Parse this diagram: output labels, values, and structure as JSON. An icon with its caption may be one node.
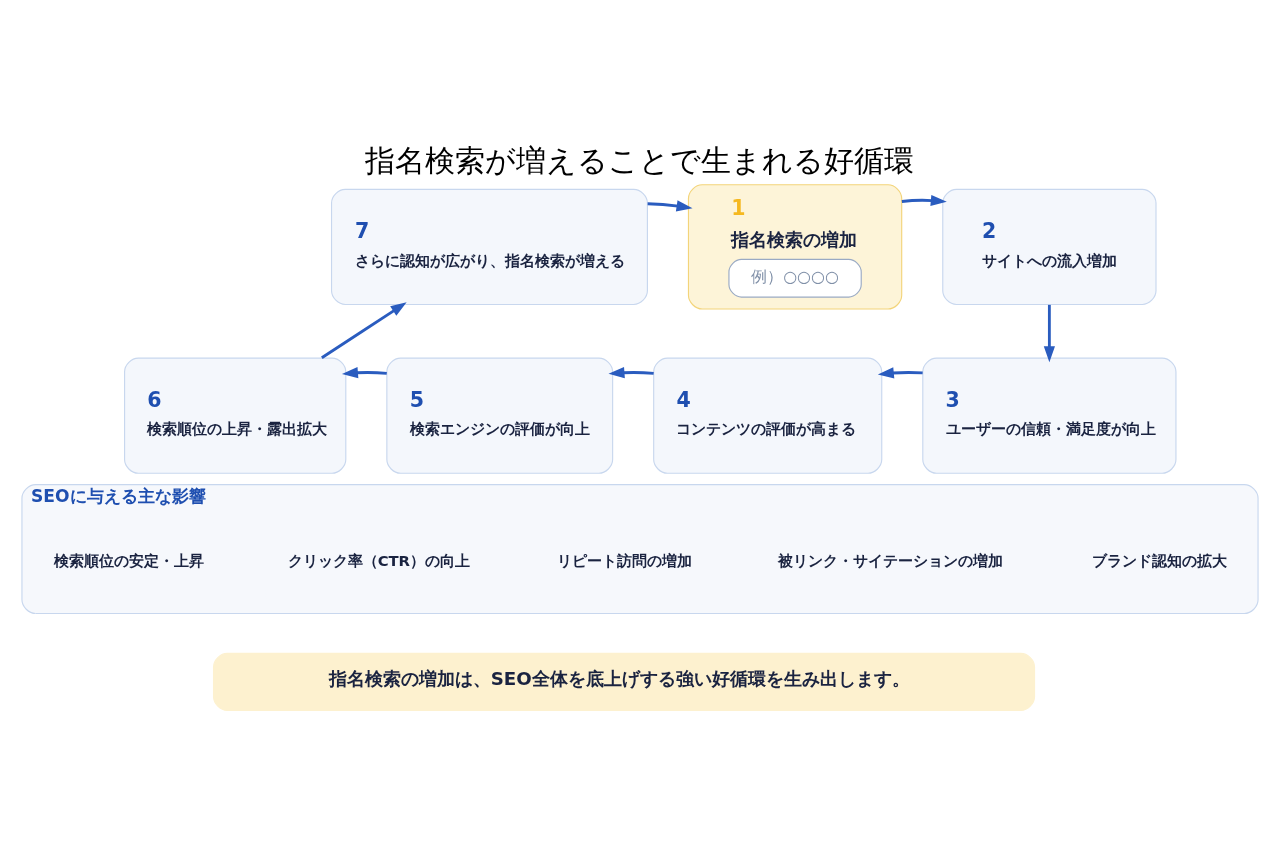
{
  "diagram": {
    "title": "指名検索が増えることで生まれる好循環",
    "nodes": [
      {
        "text": [
          "7",
          "さらに認知が広がり、指名検索が増える"
        ]
      },
      {
        "text": [
          "1",
          "指名検索の増加",
          "例）○○○○"
        ]
      },
      {
        "text": [
          "2",
          "サイトへの流入増加"
        ]
      },
      {
        "text": [
          "3",
          "ユーザーの信頼・満足度が向上"
        ]
      },
      {
        "text": [
          "4",
          "コンテンツの評価が高まる"
        ]
      },
      {
        "text": [
          "5",
          "検索エンジンの評価が向上"
        ]
      },
      {
        "text": [
          "6",
          "検索順位の上昇・露出拡大"
        ]
      },
      {
        "text": [
          "SEOに与える主な影響"
        ]
      },
      {
        "text": [
          "検索順位の安定・上昇"
        ],
        "in": 7
      },
      {
        "text": [
          "クリック率（CTR）の向上"
        ],
        "in": 7
      },
      {
        "text": [
          "リピート訪問の増加"
        ],
        "in": 7
      },
      {
        "text": [
          "被リンク・サイテーションの増加"
        ],
        "in": 7
      },
      {
        "text": [
          "ブランド認知の拡大"
        ],
        "in": 7
      },
      {
        "text": [
          "指名検索の増加は、SEO全体を底上げする強い好循環を生み出します。"
        ]
      }
    ],
    "edges": [
      {
        "from": 0,
        "to": 1,
        "arrow": "to"
      },
      {
        "from": 1,
        "to": 2,
        "arrow": "to"
      },
      {
        "from": 2,
        "to": 3,
        "arrow": "to"
      },
      {
        "from": 3,
        "to": 4,
        "arrow": "to"
      },
      {
        "from": 4,
        "to": 5,
        "arrow": "to"
      },
      {
        "from": 5,
        "to": 6,
        "arrow": "to"
      },
      {
        "from": 6,
        "to": 0,
        "arrow": "to"
      }
    ]
  }
}
